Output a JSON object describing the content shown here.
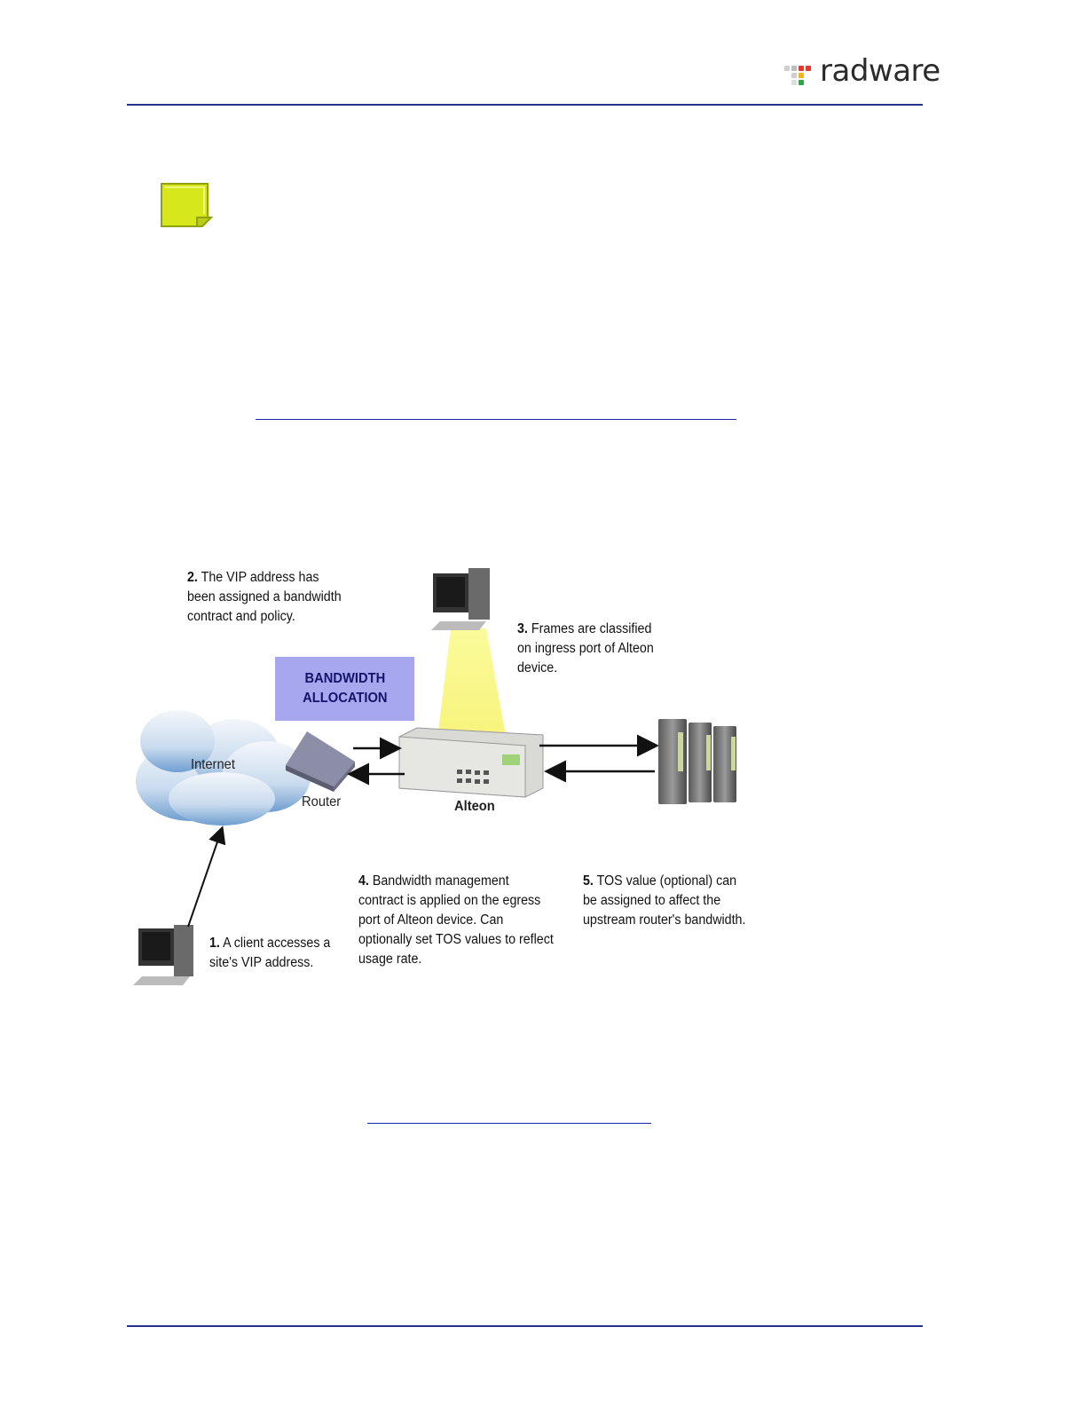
{
  "header": {
    "logo_text": "radware"
  },
  "diagram": {
    "bandwidth_box": "BANDWIDTH\nALLOCATION",
    "labels": {
      "internet": "Internet",
      "router": "Router",
      "alteon": "Alteon"
    },
    "steps": [
      {
        "num": "1.",
        "text": " A client accesses a site's VIP address."
      },
      {
        "num": "2.",
        "text": " The VIP address has been assigned a bandwidth contract and policy."
      },
      {
        "num": "3.",
        "text": " Frames are classified on ingress port of Alteon device."
      },
      {
        "num": "4.",
        "text": " Bandwidth management contract is applied on the egress port of Alteon device. Can optionally set TOS values to reflect usage rate."
      },
      {
        "num": "5.",
        "text": " TOS value (optional) can be assigned to affect the upstream router's bandwidth."
      }
    ]
  },
  "colors": {
    "rule": "#2a2f8f",
    "note_icon": "#d6e81c",
    "bandwidth_box": "#a7a7ef",
    "beam": "#f6f59a"
  }
}
